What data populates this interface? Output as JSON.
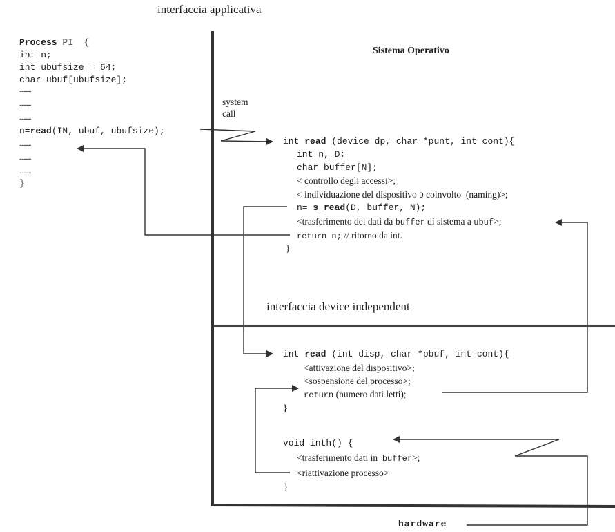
{
  "header": {
    "interfaccia_applicativa": "interfaccia applicativa"
  },
  "os_label": "Sistema Operativo",
  "syscall": {
    "line1": "system",
    "line2": "call"
  },
  "process": {
    "kw": "Process",
    "name": " PI  {",
    "l1": "int n;",
    "l2": "int ubufsize = 64;",
    "l3": "char ubuf[ubufsize];",
    "dots": "...........",
    "call_pre": "n=",
    "call_fn": "read",
    "call_args": "(IN, ubuf, ubufsize);",
    "close": "}"
  },
  "os_read": {
    "sig_pre": "int ",
    "sig_fn": "read",
    "sig_args": " (device dp, char *punt, int cont){",
    "l1": "int n, D;",
    "l2": "char buffer[N];",
    "l3": "< controllo degli accessi>;",
    "l4_a": "< individuazione del dispositivo ",
    "l4_b": "D",
    "l4_c": " coinvolto  (naming)>;",
    "l5_pre": "n= ",
    "l5_fn": "s_read",
    "l5_args": "(D, buffer, N);",
    "l6_a": "<trasferimento dei dati da ",
    "l6_b": "buffer",
    "l6_c": " di sistema a ",
    "l6_d": "ubuf",
    "l6_e": ">;",
    "l7_a": "return n;",
    "l7_b": " // ritorno da int.",
    "close": "}"
  },
  "device_independent": "interfaccia device independent",
  "dev_read": {
    "sig_pre": "int ",
    "sig_fn": "read",
    "sig_args": " (int disp, char *pbuf, int cont){",
    "l1": "<attivazione del dispositivo>;",
    "l2": "<sospensione del processo>;",
    "l3_a": "return",
    "l3_b": " (numero dati letti);",
    "close": "}"
  },
  "inth": {
    "sig": "void inth() {",
    "l1_a": "<trasferimento dati in  ",
    "l1_b": "buffer",
    "l1_c": ">;",
    "l2": "<riattivazione processo>",
    "close": "}"
  },
  "hardware": "hardware"
}
